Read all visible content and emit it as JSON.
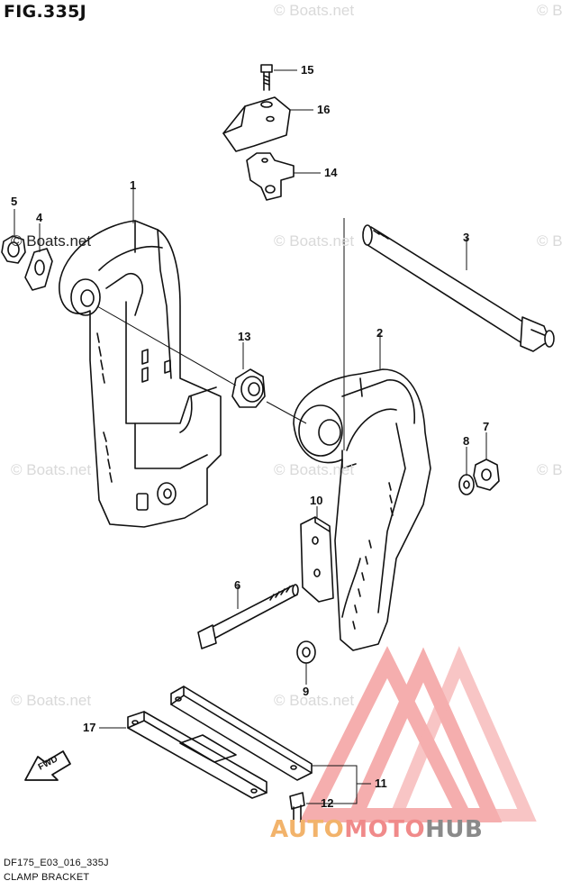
{
  "figure": {
    "title": "FIG.335J",
    "code": "DF175_E03_016_335J",
    "name": "CLAMP BRACKET",
    "fwd_label": "FWD"
  },
  "watermark": {
    "text": "© Boats.net"
  },
  "brand": {
    "part1": "AUTO",
    "part2": "MOTO",
    "part3": "HUB",
    "colors": {
      "part1": "#f2b36b",
      "part2": "#f08a8a",
      "part3": "#8a8a8a",
      "triangle": "#f4a0a0"
    }
  },
  "callouts": [
    "1",
    "2",
    "3",
    "4",
    "5",
    "6",
    "7",
    "8",
    "9",
    "10",
    "11",
    "12",
    "13",
    "14",
    "15",
    "16",
    "17"
  ]
}
